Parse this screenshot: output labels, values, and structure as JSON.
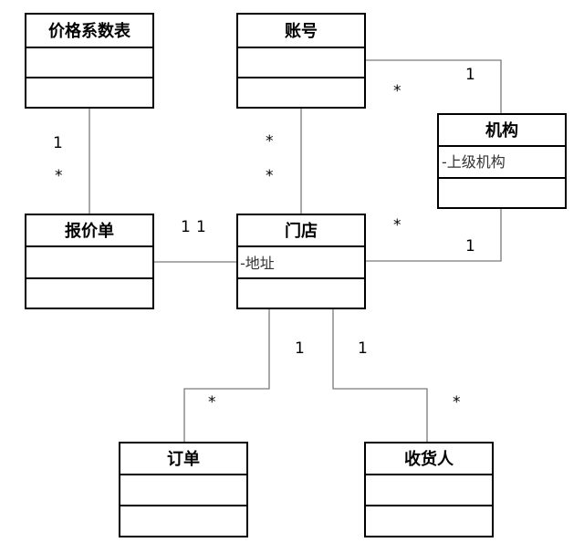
{
  "classes": [
    {
      "id": "price_table",
      "name": "价格系数表",
      "attributes": []
    },
    {
      "id": "account",
      "name": "账号",
      "attributes": []
    },
    {
      "id": "org",
      "name": "机构",
      "attributes": [
        "-上级机构"
      ]
    },
    {
      "id": "quote",
      "name": "报价单",
      "attributes": []
    },
    {
      "id": "store",
      "name": "门店",
      "attributes": [
        "-地址"
      ]
    },
    {
      "id": "order",
      "name": "订单",
      "attributes": []
    },
    {
      "id": "receiver",
      "name": "收货人",
      "attributes": []
    }
  ],
  "associations": [
    {
      "id": "price_table-quote",
      "from": "价格系数表",
      "to": "报价单",
      "from_mult": "1",
      "to_mult": "*"
    },
    {
      "id": "account-store",
      "from": "账号",
      "to": "门店",
      "from_mult": "*",
      "to_mult": "*"
    },
    {
      "id": "account-org",
      "from": "账号",
      "to": "机构",
      "from_mult": "*",
      "to_mult": "1"
    },
    {
      "id": "store-org",
      "from": "门店",
      "to": "机构",
      "from_mult": "*",
      "to_mult": "1"
    },
    {
      "id": "quote-store",
      "from": "报价单",
      "to": "门店",
      "from_mult": "1",
      "to_mult": "1"
    },
    {
      "id": "store-order",
      "from": "门店",
      "to": "订单",
      "from_mult": "1",
      "to_mult": "*"
    },
    {
      "id": "store-receiver",
      "from": "门店",
      "to": "收货人",
      "from_mult": "1",
      "to_mult": "*"
    }
  ]
}
